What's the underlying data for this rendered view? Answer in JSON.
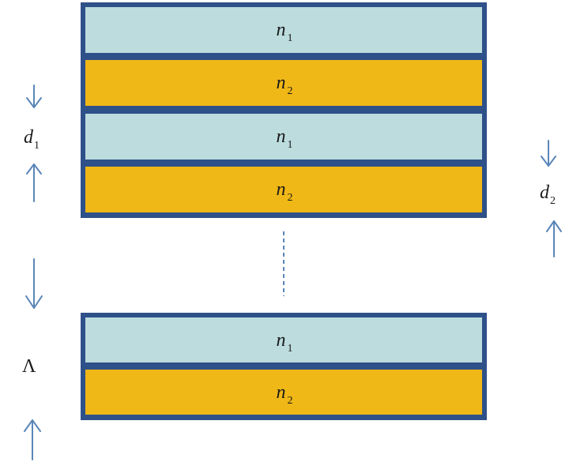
{
  "colors": {
    "border": "#2e5189",
    "layer_n1": "#bcdcde",
    "layer_n2": "#f0b816",
    "arrow": "#5a86b8",
    "text": "#1a1a1a"
  },
  "layers_top": [
    {
      "symbol": "n",
      "sub": "1",
      "kind": "n1"
    },
    {
      "symbol": "n",
      "sub": "2",
      "kind": "n2"
    },
    {
      "symbol": "n",
      "sub": "1",
      "kind": "n1"
    },
    {
      "symbol": "n",
      "sub": "2",
      "kind": "n2"
    }
  ],
  "layers_bottom": [
    {
      "symbol": "n",
      "sub": "1",
      "kind": "n1"
    },
    {
      "symbol": "n",
      "sub": "2",
      "kind": "n2"
    }
  ],
  "labels": {
    "d1": {
      "symbol": "d",
      "sub": "1"
    },
    "d2": {
      "symbol": "d",
      "sub": "2"
    },
    "period": "Λ"
  },
  "icons": {
    "down": "arrow-down-icon",
    "up": "arrow-up-icon"
  }
}
